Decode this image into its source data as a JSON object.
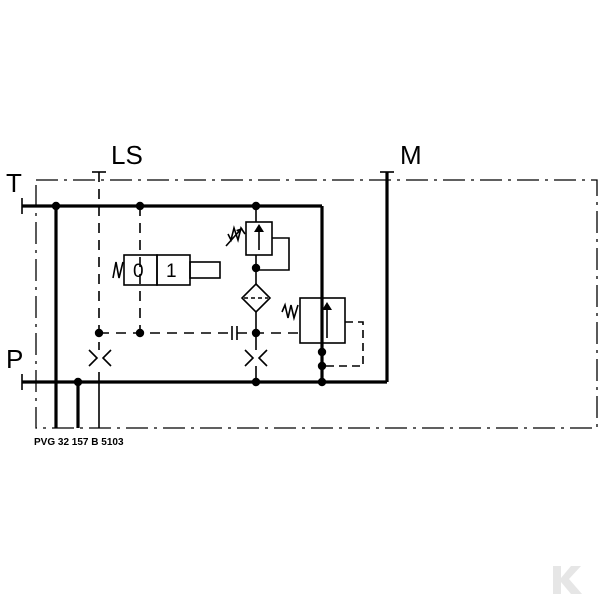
{
  "diagram": {
    "ports": {
      "T": "T",
      "LS": "LS",
      "M": "M",
      "P": "P"
    },
    "solenoid_valve": {
      "position_0": "0",
      "position_1": "1"
    },
    "part_code": "PVG 32 157 B 5103",
    "watermark": "K"
  },
  "colors": {
    "line": "#000000",
    "background": "#ffffff",
    "watermark": "#e6e6e6"
  }
}
